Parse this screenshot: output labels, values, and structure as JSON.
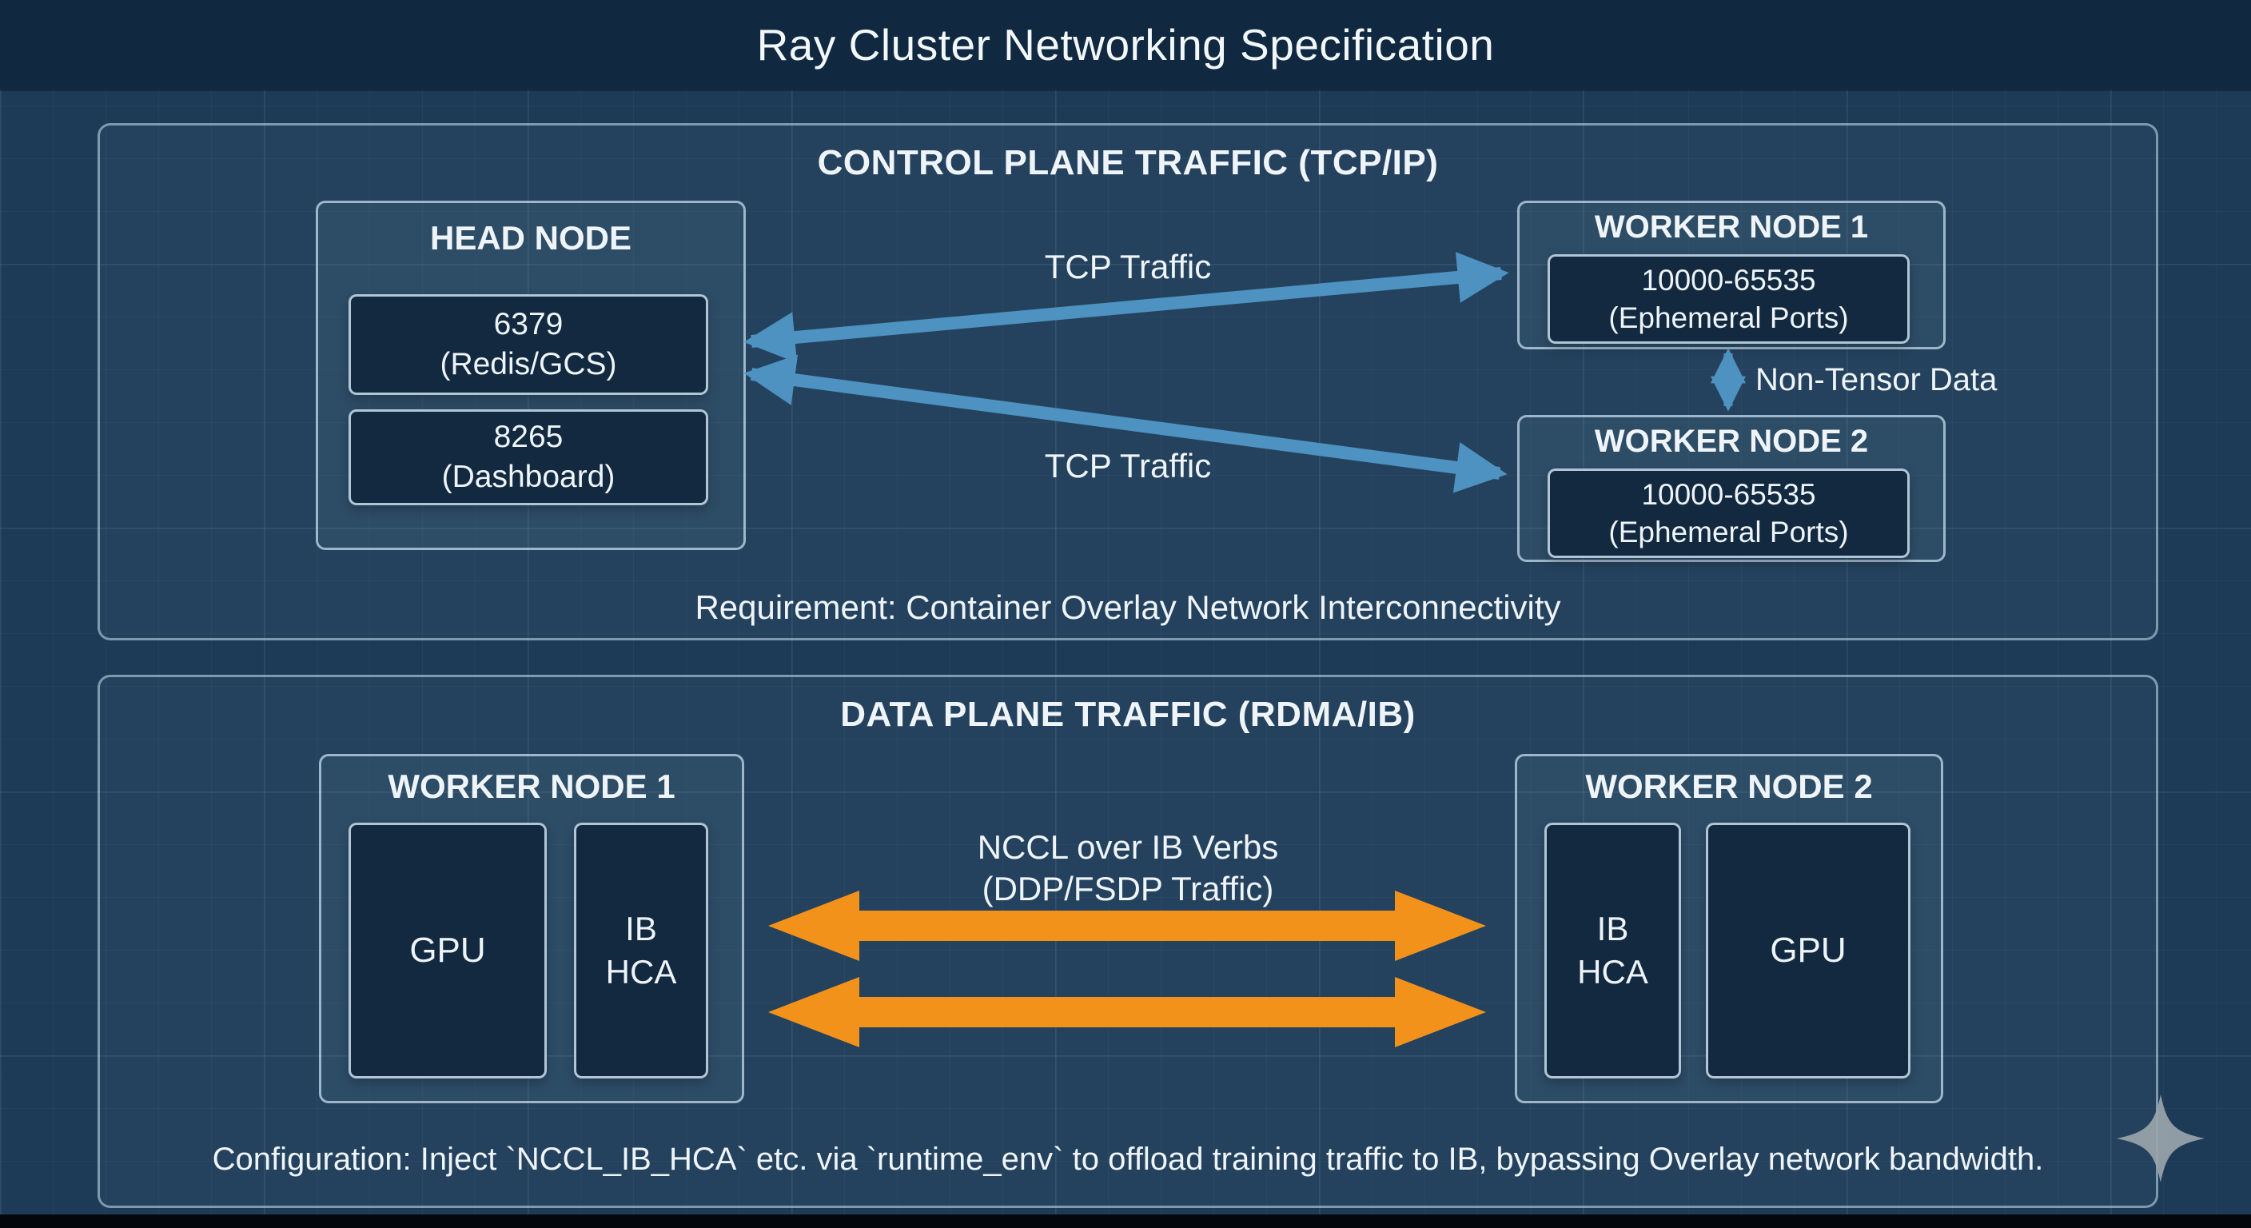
{
  "title": "Ray Cluster Networking Specification",
  "colors": {
    "blue_arrow": "#4E92C2",
    "orange_arrow": "#F3921B",
    "sparkle": "#9AA5AB"
  },
  "control_plane": {
    "title": "CONTROL PLANE TRAFFIC (TCP/IP)",
    "head_node": {
      "label": "HEAD NODE",
      "ports": [
        {
          "port": "6379",
          "desc": "(Redis/GCS)"
        },
        {
          "port": "8265",
          "desc": "(Dashboard)"
        }
      ]
    },
    "worker1": {
      "label": "WORKER NODE 1",
      "port": "10000-65535",
      "port_desc": "(Ephemeral Ports)"
    },
    "worker2": {
      "label": "WORKER NODE 2",
      "port": "10000-65535",
      "port_desc": "(Ephemeral Ports)"
    },
    "tcp_top": "TCP Traffic",
    "tcp_bottom": "TCP Traffic",
    "non_tensor": "Non-Tensor Data",
    "requirement": "Requirement: Container Overlay Network Interconnectivity"
  },
  "data_plane": {
    "title": "DATA PLANE TRAFFIC (RDMA/IB)",
    "worker1": {
      "label": "WORKER NODE 1",
      "gpu": "GPU",
      "hca1": "IB",
      "hca2": "HCA"
    },
    "worker2": {
      "label": "WORKER NODE 2",
      "gpu": "GPU",
      "hca1": "IB",
      "hca2": "HCA"
    },
    "nccl1": "NCCL over IB Verbs",
    "nccl2": "(DDP/FSDP Traffic)",
    "config": "Configuration: Inject `NCCL_IB_HCA` etc. via `runtime_env` to offload training traffic to IB, bypassing Overlay network bandwidth."
  }
}
